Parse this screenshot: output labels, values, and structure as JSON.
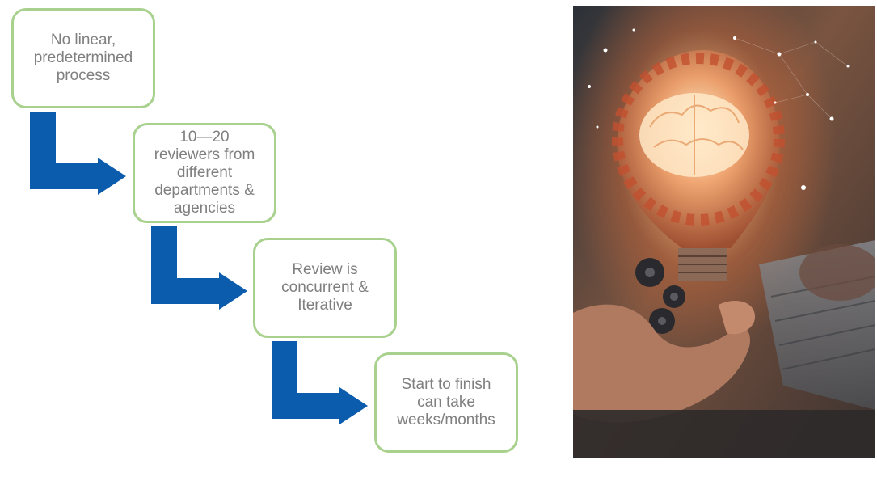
{
  "steps": [
    {
      "text": "No linear,\npredetermined\nprocess"
    },
    {
      "text": "10—20\nreviewers from\ndifferent\ndepartments &\nagencies"
    },
    {
      "text": "Review is\nconcurrent &\nIterative"
    },
    {
      "text": "Start to finish\ncan take\nweeks/months"
    }
  ],
  "colors": {
    "box_border": "#a9d18e",
    "box_text": "#7f7f7f",
    "arrow": "#0b5cad"
  },
  "photo": {
    "description_icon": "lightbulb-brain-gears-icon"
  }
}
